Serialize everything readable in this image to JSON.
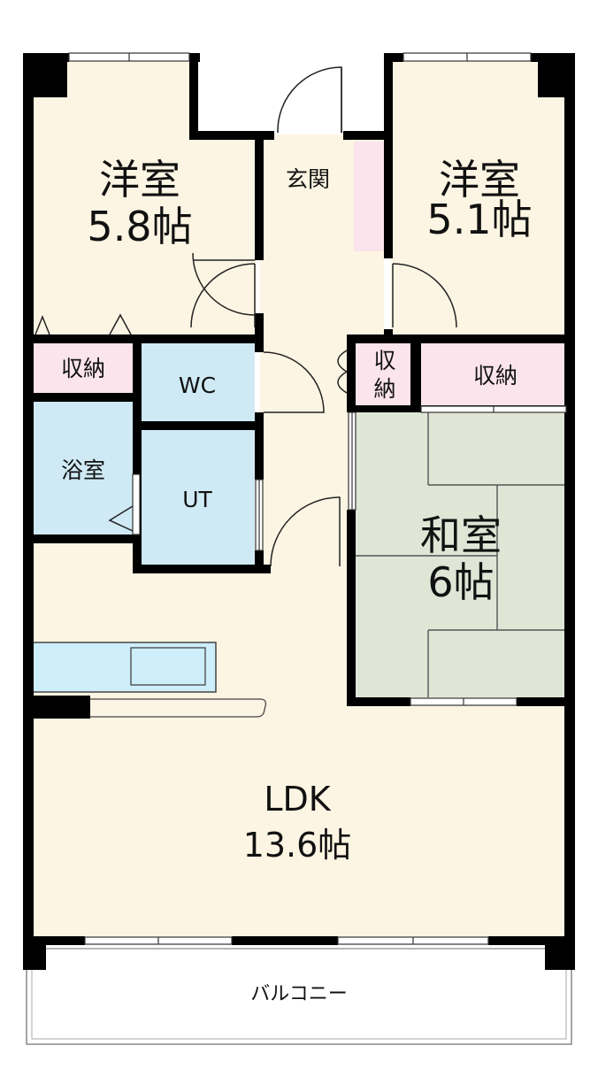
{
  "rooms": {
    "western_left": {
      "name": "洋室",
      "size": "5.8帖"
    },
    "western_right": {
      "name": "洋室",
      "size": "5.1帖"
    },
    "entrance": {
      "name": "玄関"
    },
    "storage_left": {
      "name": "収納"
    },
    "storage_center": {
      "line1": "収",
      "line2": "納"
    },
    "storage_right": {
      "name": "収納"
    },
    "wc": {
      "name": "WC"
    },
    "bath": {
      "name": "浴室"
    },
    "utility": {
      "name": "UT"
    },
    "japanese": {
      "name": "和室",
      "size": "6帖"
    },
    "ldk": {
      "name": "LDK",
      "size": "13.6帖"
    },
    "balcony": {
      "name": "バルコニー"
    }
  },
  "colors": {
    "floor": "#fdf5e3",
    "storage": "#fbe4ec",
    "wet_area": "#cfeaf5",
    "tatami": "#dfe6d6",
    "wall": "#000000",
    "kitchen": "#cdeefa"
  }
}
